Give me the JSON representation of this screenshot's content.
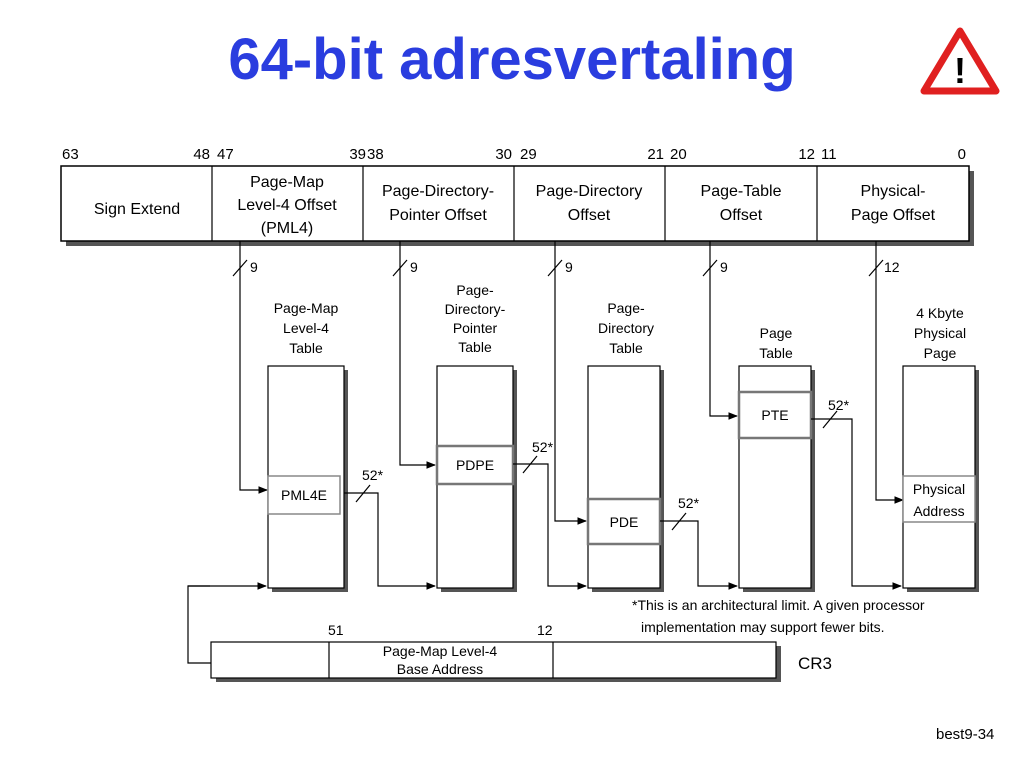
{
  "slide": {
    "title": "64-bit adresvertaling",
    "footer": "best9-34",
    "warning_icon": "warning-triangle-icon"
  },
  "register": {
    "bits": {
      "b63": "63",
      "b48": "48",
      "b47": "47",
      "b39": "39",
      "b38": "38",
      "b30": "30",
      "b29": "29",
      "b21": "21",
      "b20": "20",
      "b12": "12",
      "b11": "11",
      "b0": "0"
    },
    "fields": [
      {
        "lines": [
          "Sign Extend"
        ]
      },
      {
        "lines": [
          "Page-Map",
          "Level-4 Offset",
          "(PML4)"
        ]
      },
      {
        "lines": [
          "Page-Directory-",
          "Pointer Offset"
        ]
      },
      {
        "lines": [
          "Page-Directory",
          "Offset"
        ]
      },
      {
        "lines": [
          "Page-Table",
          "Offset"
        ]
      },
      {
        "lines": [
          "Physical-",
          "Page Offset"
        ]
      }
    ]
  },
  "widths": [
    "9",
    "9",
    "9",
    "9",
    "12"
  ],
  "tables": [
    {
      "lines": [
        "Page-Map",
        "Level-4",
        "Table"
      ],
      "entry": "PML4E"
    },
    {
      "lines": [
        "Page-",
        "Directory-",
        "Pointer",
        "Table"
      ],
      "entry": "PDPE"
    },
    {
      "lines": [
        "Page-",
        "Directory",
        "Table"
      ],
      "entry": "PDE"
    },
    {
      "lines": [
        "Page",
        "Table"
      ],
      "entry": "PTE"
    },
    {
      "lines": [
        "4 Kbyte",
        "Physical",
        "Page"
      ],
      "entry_lines": [
        "Physical",
        "Address"
      ]
    }
  ],
  "entry_width": "52*",
  "note": [
    "*This is an architectural limit.  A given processor",
    "implementation may support fewer bits."
  ],
  "cr3": {
    "name": "CR3",
    "bit_hi": "51",
    "bit_lo": "12",
    "field_lines": [
      "Page-Map Level-4",
      "Base Address"
    ]
  }
}
